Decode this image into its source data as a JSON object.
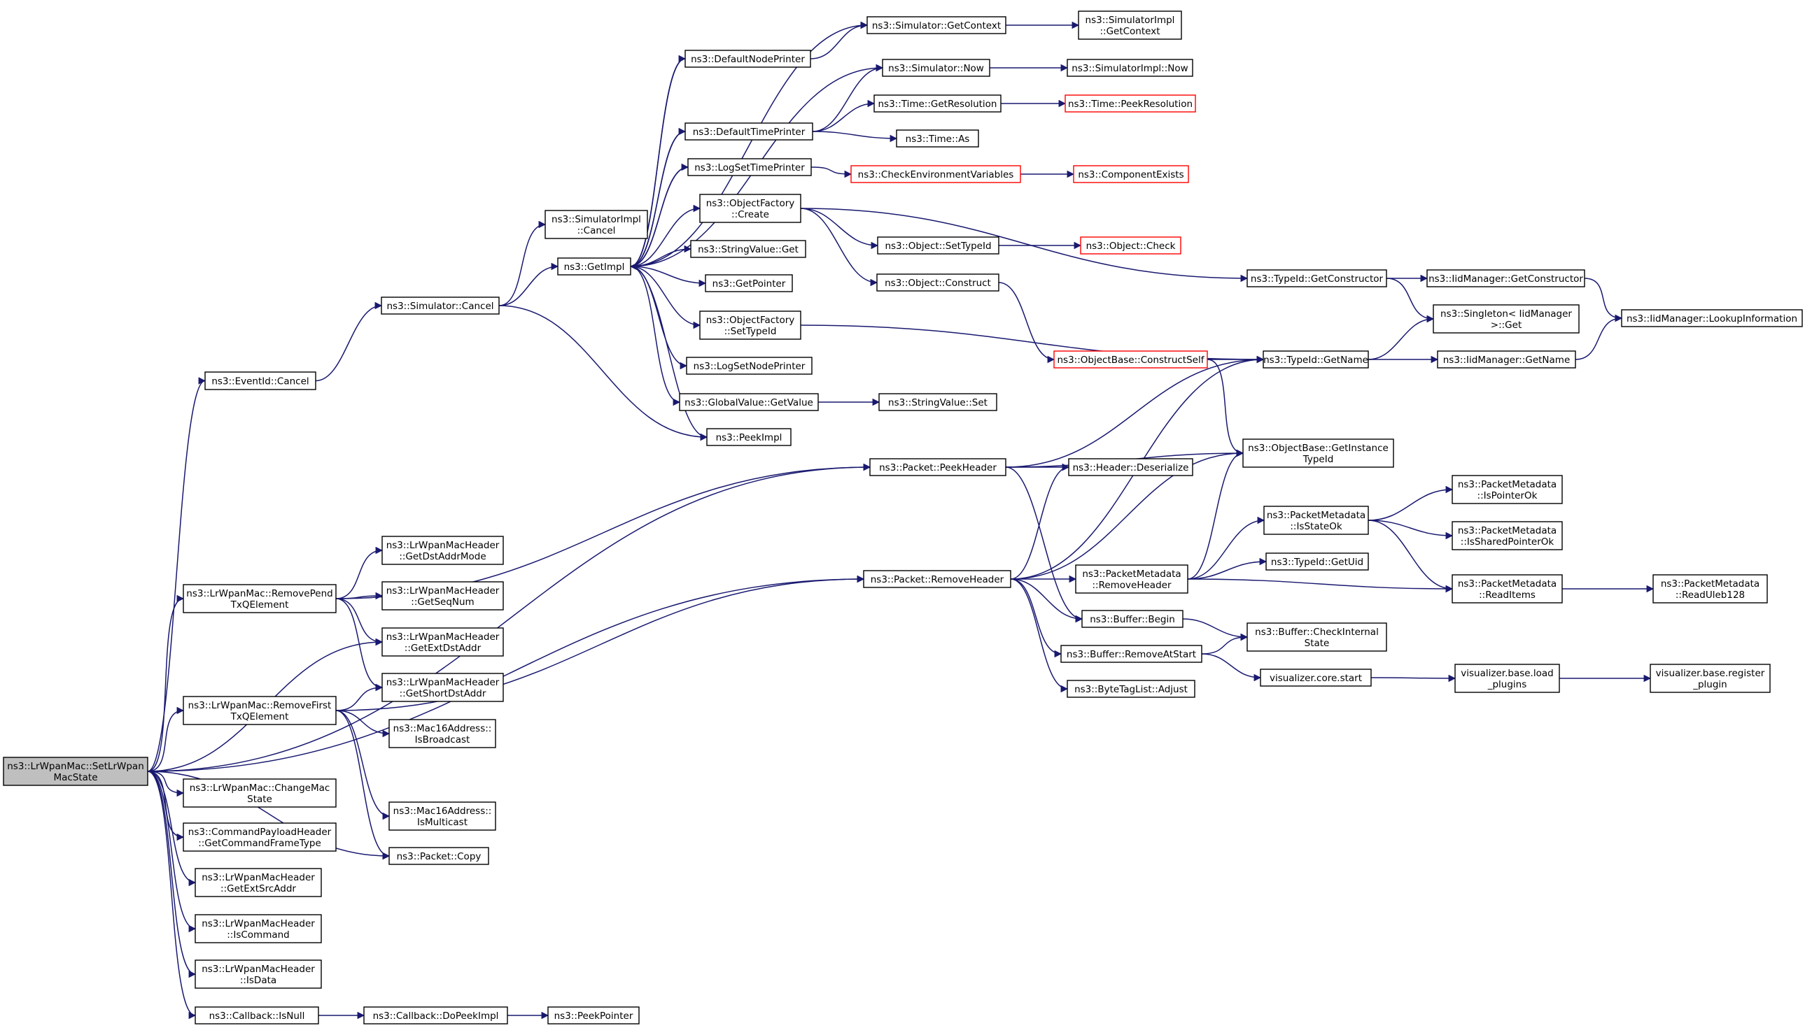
{
  "colors": {
    "edge": "#191970",
    "root_fill": "#bfbfbf",
    "missing_border": "#ff0000",
    "node_border": "#000000"
  },
  "nodes": {
    "root": [
      "ns3::LrWpanMac::SetLrWpan",
      "MacState"
    ],
    "eventid_cancel": [
      "ns3::EventId::Cancel"
    ],
    "simulator_cancel": [
      "ns3::Simulator::Cancel"
    ],
    "simimpl_cancel": [
      "ns3::SimulatorImpl",
      "::Cancel"
    ],
    "getimpl": [
      "ns3::GetImpl"
    ],
    "defaultnodeprinter": [
      "ns3::DefaultNodePrinter"
    ],
    "defaulttimeprinter": [
      "ns3::DefaultTimePrinter"
    ],
    "logsettimeprinter": [
      "ns3::LogSetTimePrinter"
    ],
    "objfactory_create": [
      "ns3::ObjectFactory",
      "::Create"
    ],
    "stringvalue_get": [
      "ns3::StringValue::Get"
    ],
    "getpointer": [
      "ns3::GetPointer"
    ],
    "objfactory_settypeid": [
      "ns3::ObjectFactory",
      "::SetTypeId"
    ],
    "logsetnodeprinter": [
      "ns3::LogSetNodePrinter"
    ],
    "globalvalue_getvalue": [
      "ns3::GlobalValue::GetValue"
    ],
    "peekimpl": [
      "ns3::PeekImpl"
    ],
    "sim_getcontext": [
      "ns3::Simulator::GetContext"
    ],
    "simimpl_getcontext": [
      "ns3::SimulatorImpl",
      "::GetContext"
    ],
    "sim_now": [
      "ns3::Simulator::Now"
    ],
    "simimpl_now": [
      "ns3::SimulatorImpl::Now"
    ],
    "time_getresolution": [
      "ns3::Time::GetResolution"
    ],
    "time_peekresolution": [
      "ns3::Time::PeekResolution"
    ],
    "time_as": [
      "ns3::Time::As"
    ],
    "checkenvvars": [
      "ns3::CheckEnvironmentVariables"
    ],
    "componentexists": [
      "ns3::ComponentExists"
    ],
    "object_settypeid": [
      "ns3::Object::SetTypeId"
    ],
    "object_check": [
      "ns3::Object::Check"
    ],
    "object_construct": [
      "ns3::Object::Construct"
    ],
    "stringvalue_set": [
      "ns3::StringValue::Set"
    ],
    "typeid_getconstructor": [
      "ns3::TypeId::GetConstructor"
    ],
    "iidmgr_getconstructor": [
      "ns3::IidManager::GetConstructor"
    ],
    "singleton_get": [
      "ns3::Singleton< IidManager",
      " >::Get"
    ],
    "iidmgr_lookup": [
      "ns3::IidManager::LookupInformation"
    ],
    "objbase_constructself": [
      "ns3::ObjectBase::ConstructSelf"
    ],
    "typeid_getname": [
      "ns3::TypeId::GetName"
    ],
    "iidmgr_getname": [
      "ns3::IidManager::GetName"
    ],
    "objbase_getinstancetypeid": [
      "ns3::ObjectBase::GetInstance",
      "TypeId"
    ],
    "packet_peekheader": [
      "ns3::Packet::PeekHeader"
    ],
    "header_deserialize": [
      "ns3::Header::Deserialize"
    ],
    "removepend": [
      "ns3::LrWpanMac::RemovePend",
      "TxQElement"
    ],
    "hdr_getdstaddrmode": [
      "ns3::LrWpanMacHeader",
      "::GetDstAddrMode"
    ],
    "hdr_getseqnum": [
      "ns3::LrWpanMacHeader",
      "::GetSeqNum"
    ],
    "hdr_getextdstaddr": [
      "ns3::LrWpanMacHeader",
      "::GetExtDstAddr"
    ],
    "hdr_getshortdstaddr": [
      "ns3::LrWpanMacHeader",
      "::GetShortDstAddr"
    ],
    "removefirst": [
      "ns3::LrWpanMac::RemoveFirst",
      "TxQElement"
    ],
    "mac16_isbroadcast": [
      "ns3::Mac16Address::",
      "IsBroadcast"
    ],
    "mac16_ismulticast": [
      "ns3::Mac16Address::",
      "IsMulticast"
    ],
    "packet_removeheader": [
      "ns3::Packet::RemoveHeader"
    ],
    "pm_removeheader": [
      "ns3::PacketMetadata",
      "::RemoveHeader"
    ],
    "pm_isstateok": [
      "ns3::PacketMetadata",
      "::IsStateOk"
    ],
    "pm_ispointerok": [
      "ns3::PacketMetadata",
      "::IsPointerOk"
    ],
    "pm_issharedpointerok": [
      "ns3::PacketMetadata",
      "::IsSharedPointerOk"
    ],
    "typeid_getuid": [
      "ns3::TypeId::GetUid"
    ],
    "pm_readitems": [
      "ns3::PacketMetadata",
      "::ReadItems"
    ],
    "pm_readuleb128": [
      "ns3::PacketMetadata",
      "::ReadUleb128"
    ],
    "buffer_begin": [
      "ns3::Buffer::Begin"
    ],
    "buffer_checkinternal": [
      "ns3::Buffer::CheckInternal",
      "State"
    ],
    "buffer_removeatstart": [
      "ns3::Buffer::RemoveAtStart"
    ],
    "viz_core_start": [
      "visualizer.core.start"
    ],
    "viz_base_load": [
      "visualizer.base.load",
      "_plugins"
    ],
    "viz_base_register": [
      "visualizer.base.register",
      "_plugin"
    ],
    "bytetaglist_adjust": [
      "ns3::ByteTagList::Adjust"
    ],
    "changemacstate": [
      "ns3::LrWpanMac::ChangeMac",
      "State"
    ],
    "cmdpayload_getcmdframetype": [
      "ns3::CommandPayloadHeader",
      "::GetCommandFrameType"
    ],
    "packet_copy": [
      "ns3::Packet::Copy"
    ],
    "hdr_getextsrcaddr": [
      "ns3::LrWpanMacHeader",
      "::GetExtSrcAddr"
    ],
    "hdr_iscommand": [
      "ns3::LrWpanMacHeader",
      "::IsCommand"
    ],
    "hdr_isdata": [
      "ns3::LrWpanMacHeader",
      "::IsData"
    ],
    "callback_isnull": [
      "ns3::Callback::IsNull"
    ],
    "callback_dopeekimpl": [
      "ns3::Callback::DoPeekImpl"
    ],
    "peekpointer": [
      "ns3::PeekPointer"
    ]
  }
}
